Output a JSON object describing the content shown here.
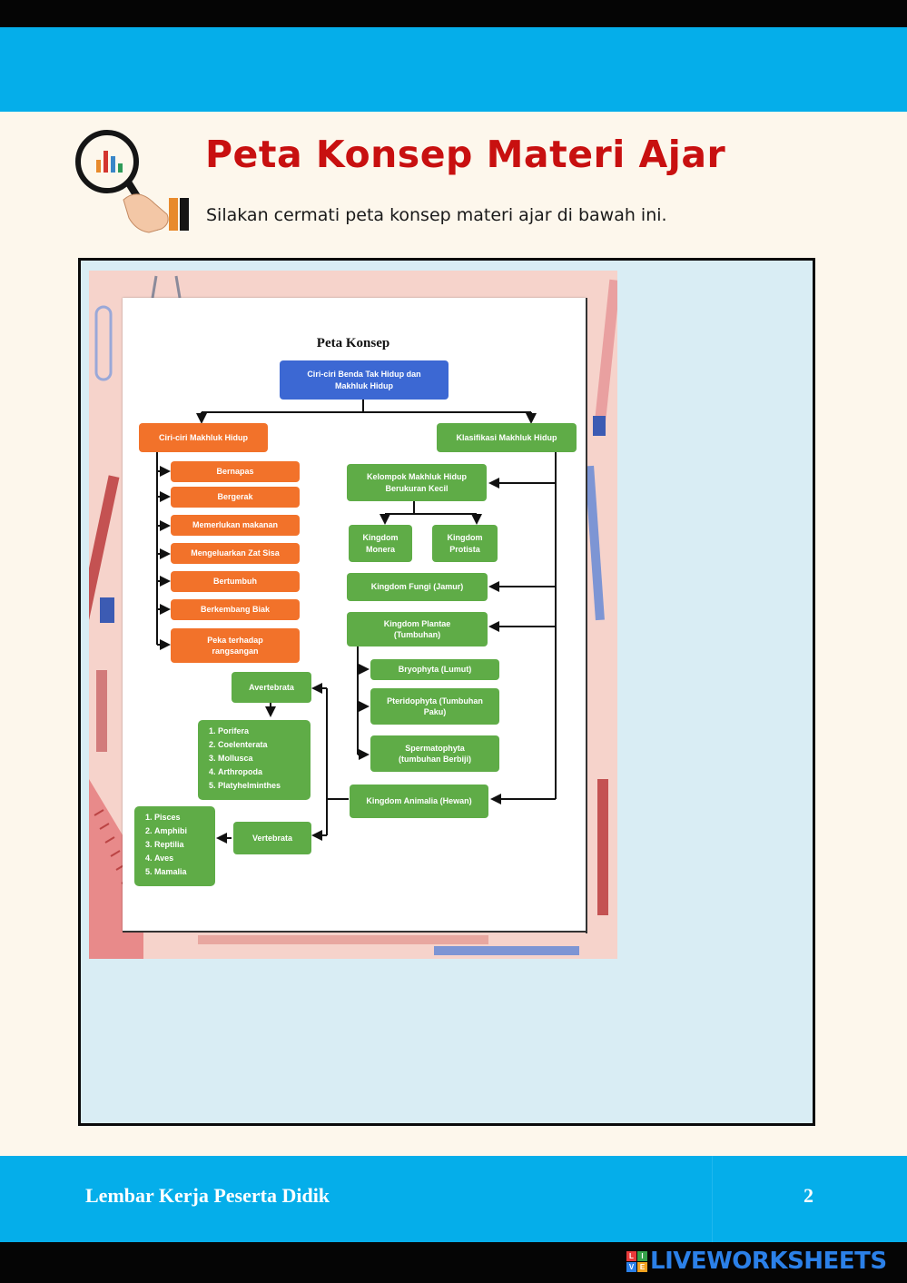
{
  "header": {
    "title": "Peta Konsep Materi Ajar",
    "subtitle": "Silakan cermati peta konsep materi ajar di bawah ini."
  },
  "concept_map": {
    "title": "Peta Konsep",
    "root": "Ciri-ciri Benda Tak Hidup dan\nMakhluk Hidup",
    "left_branch": {
      "label": "Ciri-ciri Makhluk Hidup",
      "items": [
        "Bernapas",
        "Bergerak",
        "Memerlukan makanan",
        "Mengeluarkan Zat Sisa",
        "Bertumbuh",
        "Berkembang Biak",
        "Peka terhadap\nrangsangan"
      ]
    },
    "right_branch": {
      "label": "Klasifikasi Makhluk Hidup",
      "small_group": "Kelompok Makhluk Hidup\nBerukuran Kecil",
      "monera": "Kingdom\nMonera",
      "protista": "Kingdom\nProtista",
      "fungi": "Kingdom Fungi (Jamur)",
      "plantae": "Kingdom Plantae\n(Tumbuhan)",
      "plant_groups": [
        "Bryophyta (Lumut)",
        "Pteridophyta (Tumbuhan\nPaku)",
        "Spermatophyta\n(tumbuhan Berbiji)"
      ],
      "animalia": "Kingdom Animalia (Hewan)",
      "avertebrata": "Avertebrata",
      "avertebrata_list": [
        "Porifera",
        "Coelenterata",
        "Mollusca",
        "Arthropoda",
        "Platyhelminthes"
      ],
      "vertebrata": "Vertebrata",
      "vertebrata_list": [
        "Pisces",
        "Amphibi",
        "Reptilia",
        "Aves",
        "Mamalia"
      ]
    }
  },
  "footer": {
    "label": "Lembar Kerja Peserta Didik",
    "page_number": "2"
  },
  "watermark": {
    "text": "LIVEWORKSHEETS",
    "icon_letters": [
      "L",
      "I",
      "V",
      "E"
    ]
  },
  "colors": {
    "accent_blue": "#05aeea",
    "title_red": "#c81010",
    "node_blue": "#3c68d3",
    "node_orange": "#f2722a",
    "node_green": "#5fac47"
  }
}
